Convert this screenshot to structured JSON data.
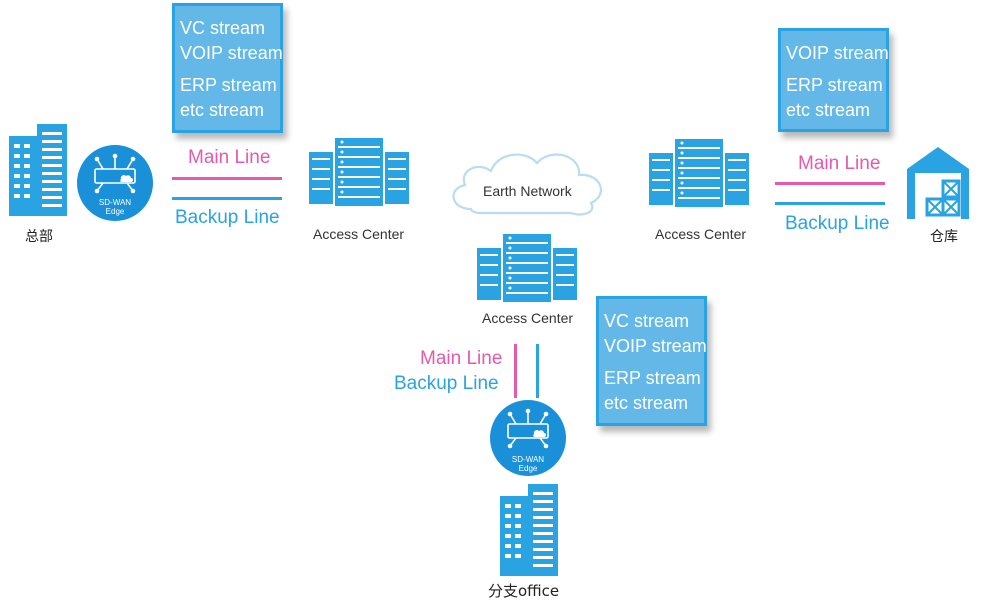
{
  "diagram": {
    "colors": {
      "main_line": "#e55aaa",
      "backup_line": "#2aa3e2",
      "box_fill": "#63b8e8",
      "icon_blue": "#2aa3e2",
      "edge_circle": "#1990d8"
    },
    "headquarters": {
      "label": "总部",
      "icon": "office-building-icon",
      "edge": {
        "line1": "SD-WAN",
        "line2": "Edge",
        "icon": "sd-wan-router-icon"
      },
      "streams": [
        "VC stream",
        "VOIP stream",
        "ERP stream",
        "etc stream"
      ],
      "main_line": "Main Line",
      "backup_line": "Backup Line"
    },
    "left_access": {
      "label": "Access Center",
      "icon": "server-rack-icon"
    },
    "cloud": {
      "label": "Earth Network",
      "icon": "cloud-icon"
    },
    "center_access": {
      "label": "Access Center",
      "icon": "server-rack-icon"
    },
    "right_access": {
      "label": "Access Center",
      "icon": "server-rack-icon"
    },
    "warehouse": {
      "label": "仓库",
      "icon": "warehouse-icon",
      "streams": [
        "VOIP stream",
        "ERP stream",
        "etc stream"
      ],
      "main_line": "Main Line",
      "backup_line": "Backup Line"
    },
    "branch": {
      "label": "分支office",
      "icon": "office-building-icon",
      "edge": {
        "line1": "SD-WAN",
        "line2": "Edge",
        "icon": "sd-wan-router-icon"
      },
      "streams": [
        "VC stream",
        "VOIP stream",
        "ERP stream",
        "etc stream"
      ],
      "main_line": "Main Line",
      "backup_line": "Backup Line"
    }
  }
}
